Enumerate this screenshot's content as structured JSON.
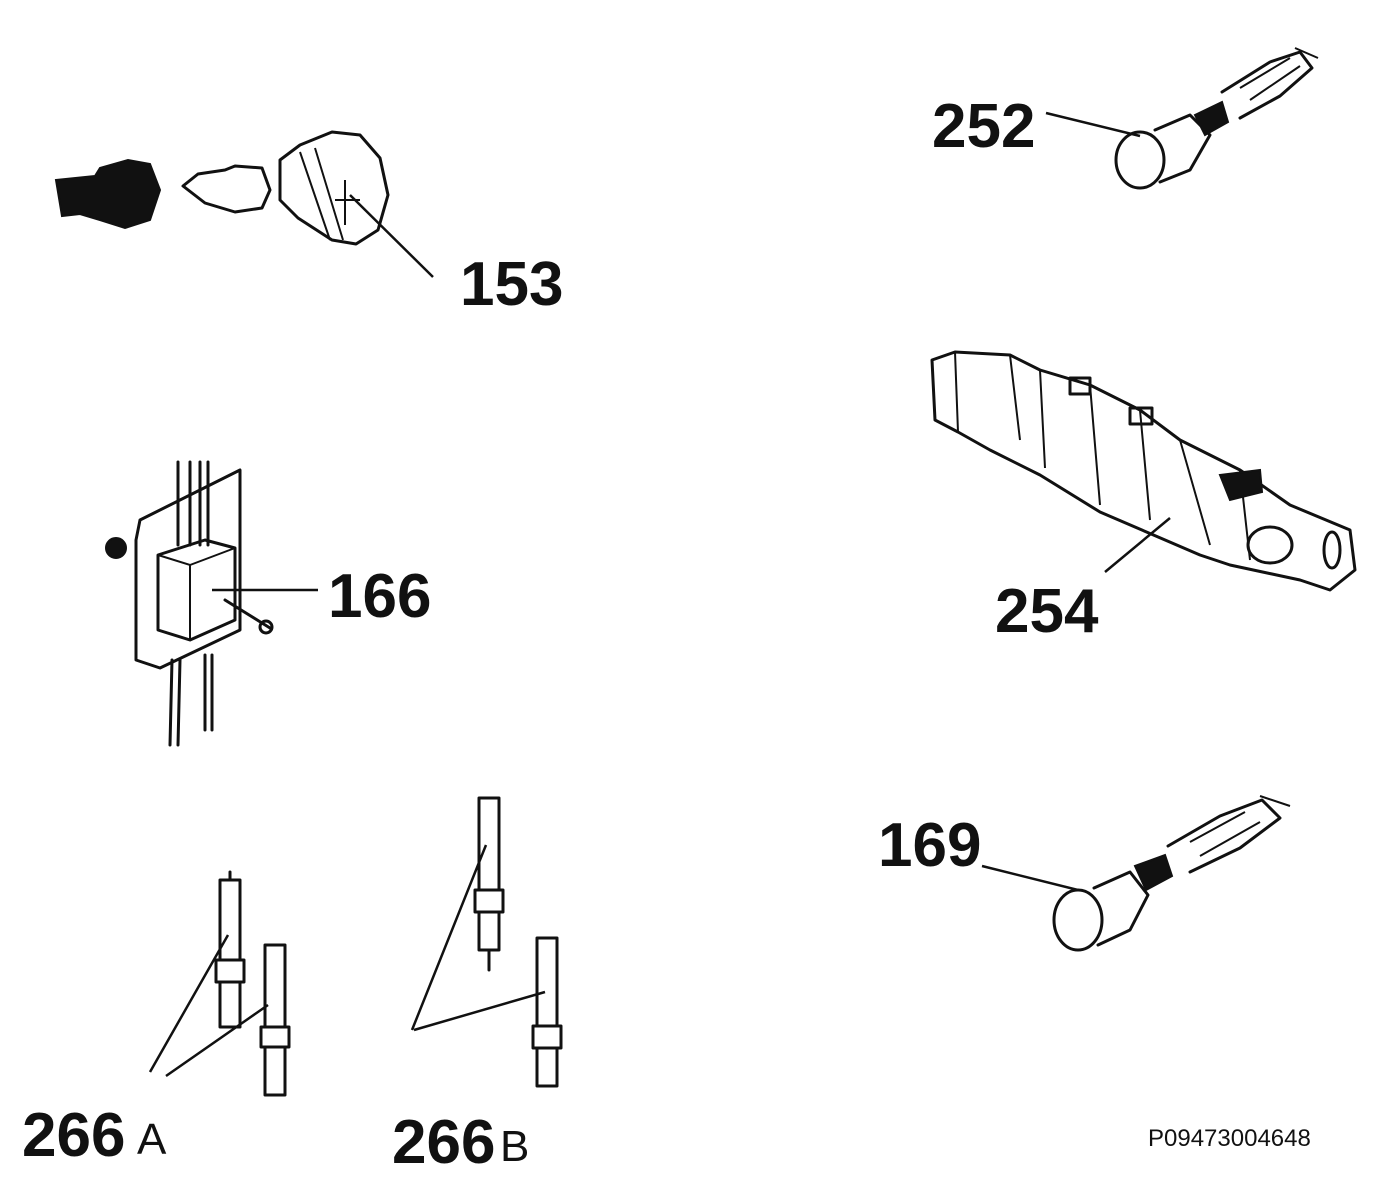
{
  "diagram": {
    "labels": {
      "p153": "153",
      "p166": "166",
      "p252": "252",
      "p254": "254",
      "p169": "169",
      "p266a_num": "266",
      "p266a_suffix": "A",
      "p266b_num": "266",
      "p266b_suffix": "B"
    },
    "reference_code": "P09473004648"
  }
}
